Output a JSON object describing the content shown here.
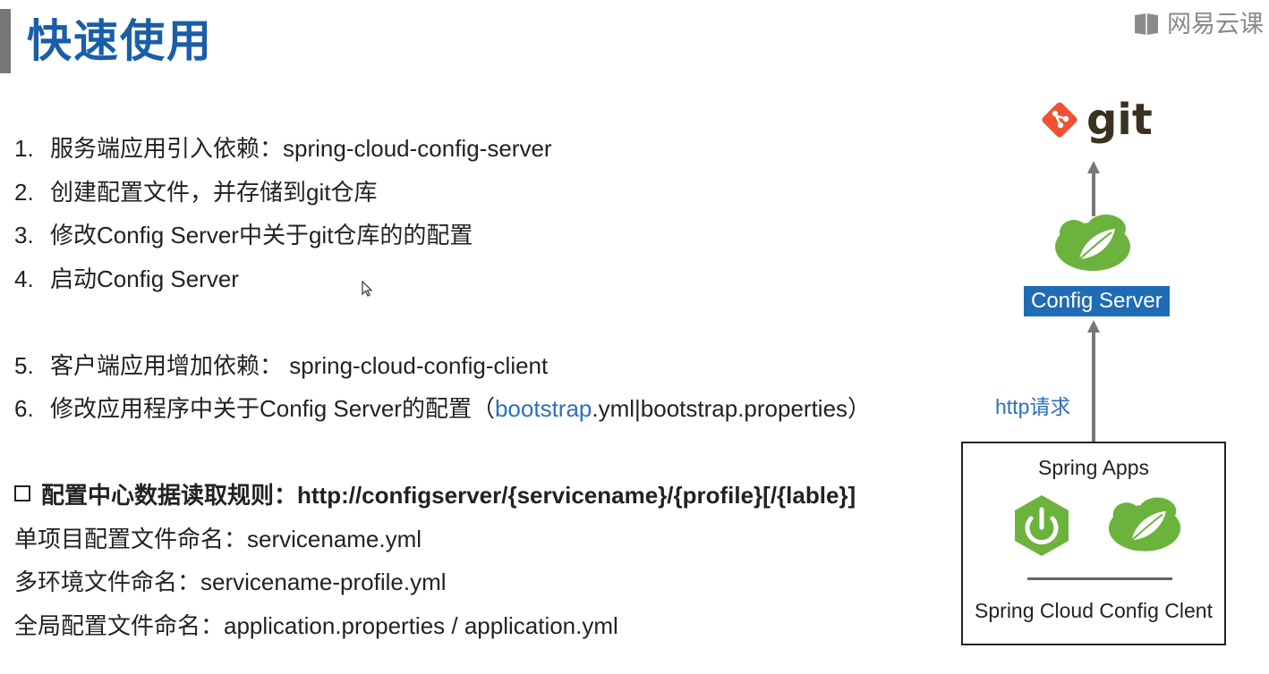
{
  "header": {
    "title": "快速使用",
    "brand": "网易云课"
  },
  "steps": [
    {
      "num": "1.",
      "text": "服务端应用引入依赖：spring-cloud-config-server"
    },
    {
      "num": "2.",
      "text": "创建配置文件，并存储到git仓库"
    },
    {
      "num": "3.",
      "text": "修改Config Server中关于git仓库的的配置"
    },
    {
      "num": "4.",
      "text": "启动Config Server"
    },
    {
      "num": "5.",
      "text": "客户端应用增加依赖： spring-cloud-config-client"
    },
    {
      "num": "6.",
      "text_before": "修改应用程序中关于Config Server的配置（",
      "highlight": "bootstrap",
      "text_after": ".yml|bootstrap.properties）"
    }
  ],
  "rules": {
    "heading": "配置中心数据读取规则：http://configserver/{servicename}/{profile}[/{lable}]",
    "lines": [
      "单项目配置文件命名：servicename.yml",
      "多环境文件命名：servicename-profile.yml",
      "全局配置文件命名：application.properties / application.yml"
    ]
  },
  "diagram": {
    "git_label": "git",
    "server_label": "Config Server",
    "http_label": "http请求",
    "apps_title": "Spring Apps",
    "apps_footer": "Spring Cloud Config Clent"
  },
  "colors": {
    "title": "#1a5ea8",
    "highlight": "#2e6fbf",
    "server_bg": "#1f6bb5",
    "spring_green": "#6cb33e",
    "git_red": "#f05133"
  },
  "icons": [
    "git-diamond-icon",
    "spring-leaf-icon",
    "spring-boot-power-icon",
    "mouse-cursor-icon",
    "brand-book-icon"
  ]
}
